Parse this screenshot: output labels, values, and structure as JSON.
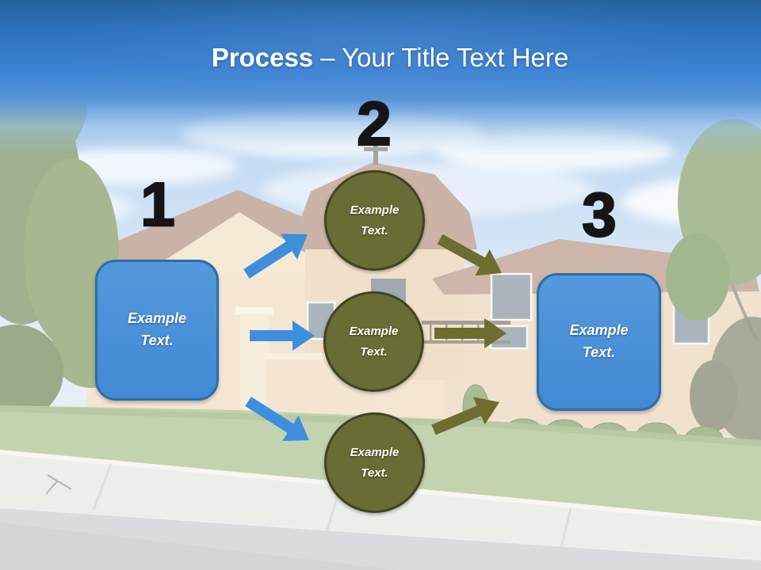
{
  "header": {
    "title_bold": "Process",
    "title_rest": "– Your Title Text Here"
  },
  "diagram": {
    "step1": {
      "number": "1",
      "box_label": "Example\nText."
    },
    "step2": {
      "number": "2",
      "circles": [
        {
          "label": "Example\nText."
        },
        {
          "label": "Example\nText."
        },
        {
          "label": "Example\nText."
        }
      ]
    },
    "step3": {
      "number": "3",
      "box_label": "Example\nText."
    }
  },
  "background_image": "suburban-house-photo-washed-out",
  "colors": {
    "header_blue_top": "#27619e",
    "header_blue": "#3b81d3",
    "box_fill": "#4a90d8",
    "box_border": "#2c6da6",
    "circle_fill": "#6a6c35",
    "circle_border": "#3f4423",
    "arrow_blue": "#3e8ede",
    "arrow_olive": "#6e6c2f",
    "number_black": "#151515",
    "title_white": "#ffffff"
  }
}
